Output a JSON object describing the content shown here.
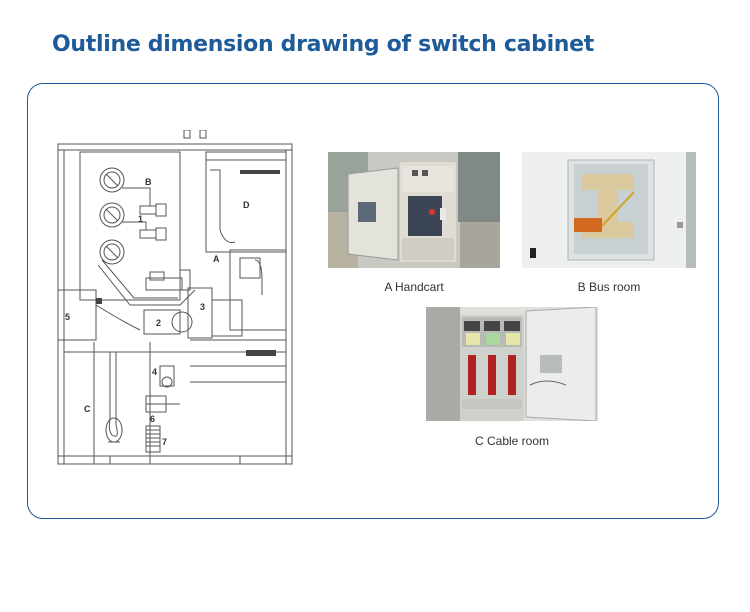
{
  "title": "Outline dimension drawing of switch cabinet",
  "drawing": {
    "labels": {
      "B": "B",
      "D": "D",
      "A": "A",
      "C": "C",
      "n1": "1",
      "n2": "2",
      "n3": "3",
      "n4": "4",
      "n5": "5",
      "n6": "6",
      "n7": "7"
    }
  },
  "photos": [
    {
      "caption": "A  Handcart"
    },
    {
      "caption": "B  Bus room"
    },
    {
      "caption": "C  Cable room"
    }
  ],
  "colors": {
    "title": "#1f5b99",
    "border": "#1f5b99"
  }
}
